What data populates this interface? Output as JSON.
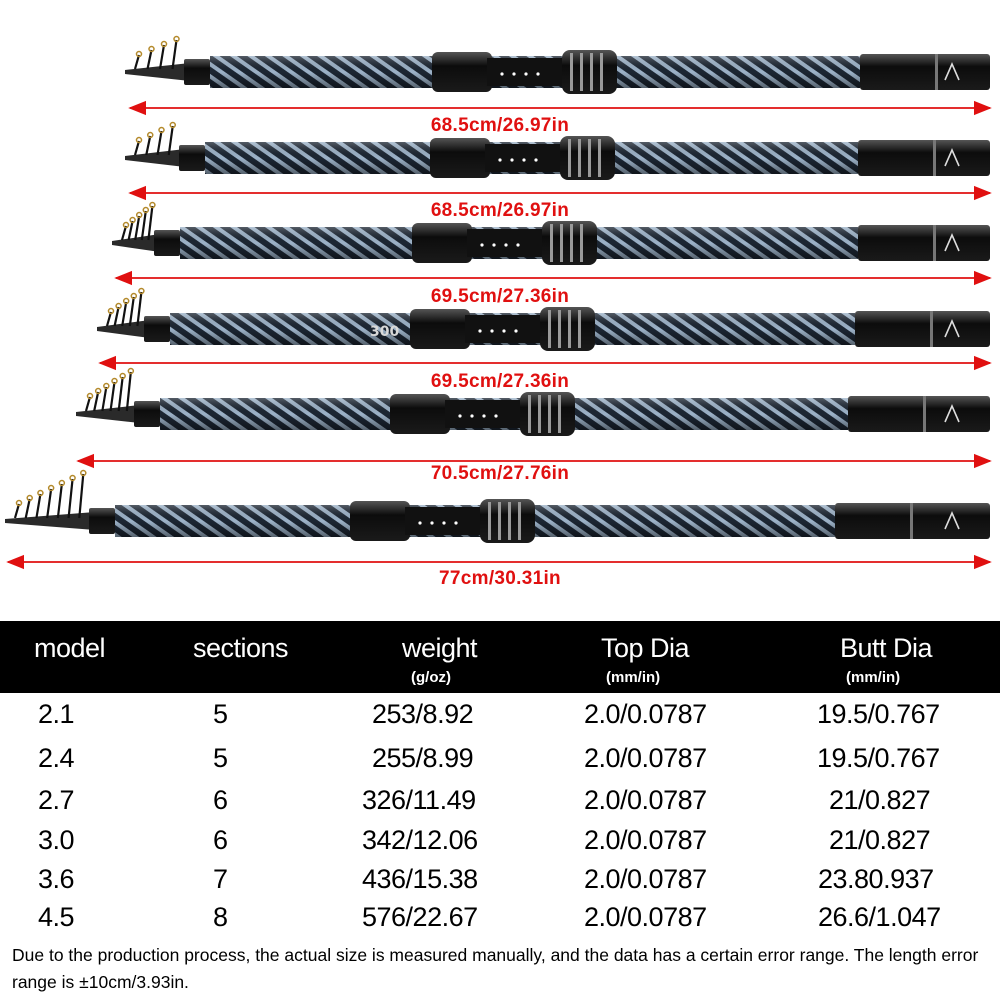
{
  "dimensions": [
    "68.5cm/26.97in",
    "68.5cm/26.97in",
    "69.5cm/27.36in",
    "69.5cm/27.36in",
    "70.5cm/27.76in",
    "77cm/30.31in"
  ],
  "rod_label_text": "300",
  "colors": {
    "dimension_arrow": "#e01010",
    "table_header_bg": "#000000",
    "table_header_text": "#ffffff"
  },
  "table": {
    "headers": {
      "model": "model",
      "sections": "sections",
      "weight": "weight",
      "weight_unit": "(g/oz)",
      "top_dia": "Top Dia",
      "top_dia_unit": "(mm/in)",
      "butt_dia": "Butt Dia",
      "butt_dia_unit": "(mm/in)"
    },
    "rows": [
      {
        "model": "2.1",
        "sections": "5",
        "weight": "253/8.92",
        "top_dia": "2.0/0.0787",
        "butt_dia": "19.5/0.767"
      },
      {
        "model": "2.4",
        "sections": "5",
        "weight": "255/8.99",
        "top_dia": "2.0/0.0787",
        "butt_dia": "19.5/0.767"
      },
      {
        "model": "2.7",
        "sections": "6",
        "weight": "326/11.49",
        "top_dia": "2.0/0.0787",
        "butt_dia": "21/0.827"
      },
      {
        "model": "3.0",
        "sections": "6",
        "weight": "342/12.06",
        "top_dia": "2.0/0.0787",
        "butt_dia": "21/0.827"
      },
      {
        "model": "3.6",
        "sections": "7",
        "weight": "436/15.38",
        "top_dia": "2.0/0.0787",
        "butt_dia": "23.80.937"
      },
      {
        "model": "4.5",
        "sections": "8",
        "weight": "576/22.67",
        "top_dia": "2.0/0.0787",
        "butt_dia": "26.6/1.047"
      }
    ]
  },
  "note": "Due to the production process, the actual size is measured manually, and the data has a certain error range. The length error range is ±10cm/3.93in."
}
